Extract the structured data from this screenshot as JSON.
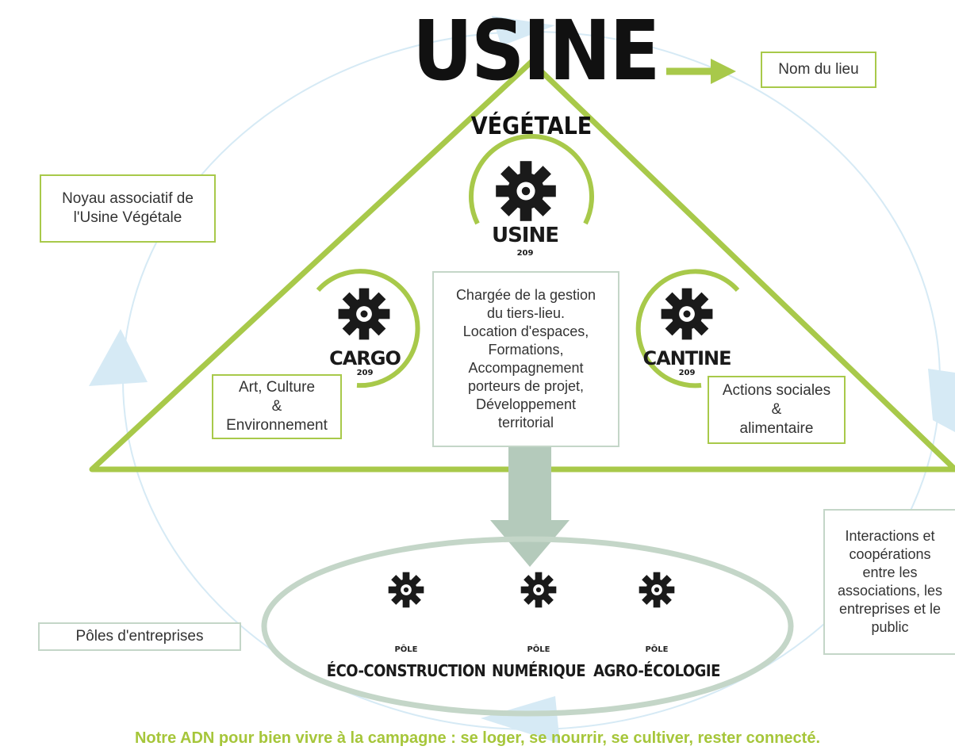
{
  "title": {
    "main": "USINE",
    "sub": "VÉGÉTALE"
  },
  "labels": {
    "nom_du_lieu": "Nom du lieu",
    "noyau": "Noyau associatif de\nl'Usine Végétale",
    "poles": "Pôles d'entreprises",
    "interactions": "Interactions et\ncoopérations\nentre les\nassociations, les\nentreprises et le\npublic"
  },
  "associations": [
    {
      "name": "CARGO",
      "number": "209",
      "description": "Art, Culture\n&\nEnvironnement"
    },
    {
      "name": "USINE",
      "number": "209",
      "description": "Chargée de la gestion\ndu tiers-lieu.\nLocation d'espaces,\nFormations,\nAccompagnement\nporteurs de projet,\nDéveloppement\nterritorial"
    },
    {
      "name": "CANTINE",
      "number": "209",
      "description": "Actions sociales\n&\nalimentaire"
    }
  ],
  "poles": [
    {
      "prefix": "PÔLE",
      "name": "ÉCO-CONSTRUCTION"
    },
    {
      "prefix": "PÔLE",
      "name": "NUMÉRIQUE"
    },
    {
      "prefix": "PÔLE",
      "name": "AGRO-ÉCOLOGIE"
    }
  ],
  "footer": "Notre ADN pour bien vivre à la campagne : se loger, se nourrir, se cultiver, rester connecté.",
  "colors": {
    "green": "#a8c94a",
    "light_blue": "#d6eaf5",
    "grey_green": "#b7cbbd",
    "dark": "#1a1a1a"
  }
}
